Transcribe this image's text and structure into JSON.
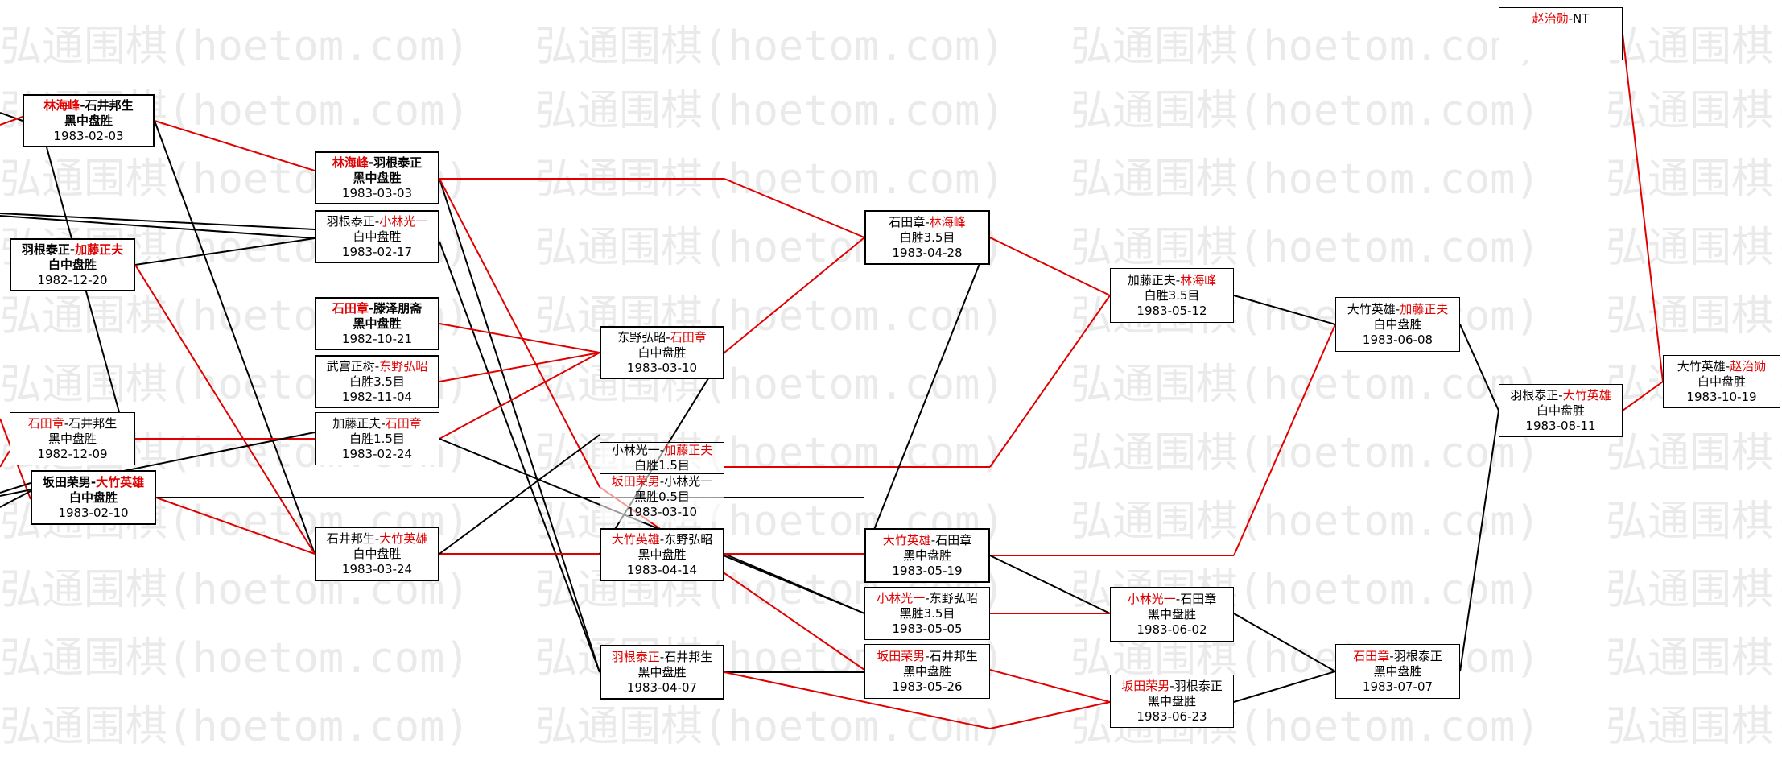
{
  "watermark": "弘通围棋(hoetom.com)",
  "colors": {
    "winner": "#e00000",
    "line_red": "#e00000",
    "line_black": "#000000",
    "watermark": "#d8d8d8"
  },
  "games": [
    {
      "id": "g1",
      "p1": "林海峰",
      "p2": "石井邦生",
      "winner": 1,
      "result": "黑中盘胜",
      "date": "1983-02-03"
    },
    {
      "id": "g2",
      "p1": "羽根泰正",
      "p2": "加藤正夫",
      "winner": 2,
      "result": "白中盘胜",
      "date": "1982-12-20"
    },
    {
      "id": "g3",
      "p1": "石田章",
      "p2": "石井邦生",
      "winner": 1,
      "result": "黑中盘胜",
      "date": "1982-12-09"
    },
    {
      "id": "g4",
      "p1": "坂田荣男",
      "p2": "大竹英雄",
      "winner": 2,
      "result": "白中盘胜",
      "date": "1983-02-10"
    },
    {
      "id": "g5",
      "p1": "林海峰",
      "p2": "羽根泰正",
      "winner": 1,
      "result": "黑中盘胜",
      "date": "1983-03-03"
    },
    {
      "id": "g6",
      "p1": "羽根泰正",
      "p2": "小林光一",
      "winner": 2,
      "result": "白中盘胜",
      "date": "1983-02-17"
    },
    {
      "id": "g7",
      "p1": "石田章",
      "p2": "滕泽朋斋",
      "winner": 1,
      "result": "黑中盘胜",
      "date": "1982-10-21"
    },
    {
      "id": "g8",
      "p1": "武宫正树",
      "p2": "东野弘昭",
      "winner": 2,
      "result": "白胜3.5目",
      "date": "1982-11-04"
    },
    {
      "id": "g9",
      "p1": "加藤正夫",
      "p2": "石田章",
      "winner": 2,
      "result": "白胜1.5目",
      "date": "1983-02-24"
    },
    {
      "id": "g10",
      "p1": "石井邦生",
      "p2": "大竹英雄",
      "winner": 2,
      "result": "白中盘胜",
      "date": "1983-03-24"
    },
    {
      "id": "g11",
      "p1": "东野弘昭",
      "p2": "石田章",
      "winner": 2,
      "result": "白中盘胜",
      "date": "1983-03-10"
    },
    {
      "id": "g12",
      "p1": "小林光一",
      "p2": "加藤正夫",
      "winner": 2,
      "result": "白胜1.5目",
      "date": ""
    },
    {
      "id": "g13",
      "p1": "坂田荣男",
      "p2": "小林光一",
      "winner": 1,
      "result": "黑胜0.5目",
      "date": "1983-03-10"
    },
    {
      "id": "g14",
      "p1": "大竹英雄",
      "p2": "东野弘昭",
      "winner": 1,
      "result": "黑中盘胜",
      "date": "1983-04-14"
    },
    {
      "id": "g15",
      "p1": "羽根泰正",
      "p2": "石井邦生",
      "winner": 1,
      "result": "黑中盘胜",
      "date": "1983-04-07"
    },
    {
      "id": "g16",
      "p1": "石田章",
      "p2": "林海峰",
      "winner": 2,
      "result": "白胜3.5目",
      "date": "1983-04-28"
    },
    {
      "id": "g17",
      "p1": "大竹英雄",
      "p2": "石田章",
      "winner": 1,
      "result": "黑中盘胜",
      "date": "1983-05-19"
    },
    {
      "id": "g18",
      "p1": "小林光一",
      "p2": "东野弘昭",
      "winner": 1,
      "result": "黑胜3.5目",
      "date": "1983-05-05"
    },
    {
      "id": "g19",
      "p1": "坂田荣男",
      "p2": "石井邦生",
      "winner": 1,
      "result": "黑中盘胜",
      "date": "1983-05-26"
    },
    {
      "id": "g20",
      "p1": "加藤正夫",
      "p2": "林海峰",
      "winner": 2,
      "result": "白胜3.5目",
      "date": "1983-05-12"
    },
    {
      "id": "g21",
      "p1": "小林光一",
      "p2": "石田章",
      "winner": 1,
      "result": "黑中盘胜",
      "date": "1983-06-02"
    },
    {
      "id": "g22",
      "p1": "坂田荣男",
      "p2": "羽根泰正",
      "winner": 1,
      "result": "黑中盘胜",
      "date": "1983-06-23"
    },
    {
      "id": "g23",
      "p1": "大竹英雄",
      "p2": "加藤正夫",
      "winner": 2,
      "result": "白中盘胜",
      "date": "1983-06-08"
    },
    {
      "id": "g24",
      "p1": "石田章",
      "p2": "羽根泰正",
      "winner": 1,
      "result": "黑中盘胜",
      "date": "1983-07-07"
    },
    {
      "id": "g25",
      "p1": "羽根泰正",
      "p2": "大竹英雄",
      "winner": 2,
      "result": "白中盘胜",
      "date": "1983-08-11"
    },
    {
      "id": "g26",
      "p1": "大竹英雄",
      "p2": "赵治勋",
      "winner": 2,
      "result": "白中盘胜",
      "date": "1983-10-19"
    },
    {
      "id": "g27",
      "p1": "赵治勋",
      "p2": "NT",
      "winner": 1,
      "result": "",
      "date": ""
    }
  ]
}
